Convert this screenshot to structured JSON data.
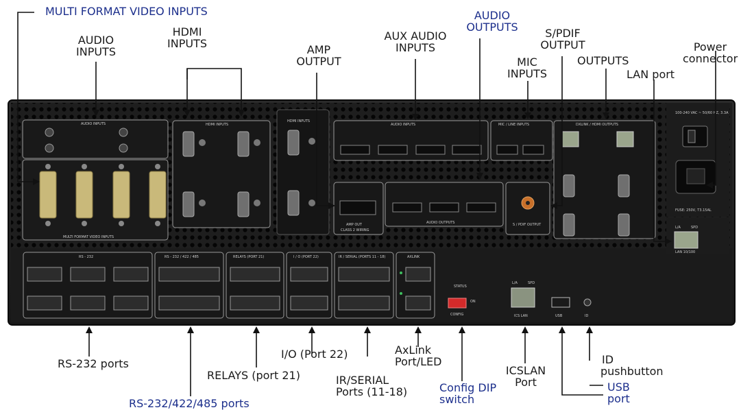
{
  "top_labels": {
    "multi_format_video_inputs": "MULTI FORMAT VIDEO INPUTS",
    "audio_inputs": [
      "AUDIO",
      "INPUTS"
    ],
    "hdmi_inputs": [
      "HDMI",
      "INPUTS"
    ],
    "amp_output": [
      "AMP",
      "OUTPUT"
    ],
    "aux_audio_inputs": [
      "AUX AUDIO",
      "INPUTS"
    ],
    "audio_outputs": [
      "AUDIO",
      "OUTPUTS"
    ],
    "spdif_output": [
      "S/PDIF",
      "OUTPUT"
    ],
    "mic_inputs": [
      "MIC",
      "INPUTS"
    ],
    "outputs": "OUTPUTS",
    "power_connector": [
      "Power",
      "connector"
    ],
    "lan_port": "LAN port"
  },
  "bottom_labels": {
    "rs232_ports": "RS-232 ports",
    "rs232_422_485_ports": "RS-232/422/485 ports",
    "relays": "RELAYS (port 21)",
    "io": "I/O (Port 22)",
    "ir_serial": [
      "IR/SERIAL",
      "Ports (11-18)"
    ],
    "axlink": [
      "AxLink",
      "Port/LED"
    ],
    "config_dip": [
      "Config DIP",
      "switch"
    ],
    "icslan": [
      "ICSLAN",
      "Port"
    ],
    "usb": [
      "USB",
      "port"
    ],
    "id": [
      "ID",
      "pushbutton"
    ]
  },
  "panel_text": {
    "audio_inputs": "AUDIO INPUTS",
    "hdmi_inputs": "HDMI INPUTS",
    "hdmi_inputs_2": "HDMI INPUTS",
    "aux_audio_inputs": "AUDIO INPUTS",
    "mic_line_inputs": "MIC / LINE INPUTS",
    "dxlink_outputs": "DXLINK / HDMI OUTPUTS",
    "multi_format_video_inputs": "MULTI FORMAT VIDEO INPUTS",
    "amp_out": "AMP OUT",
    "class2_wiring": "CLASS 2 WIRING",
    "audio_outputs": "AUDIO OUTPUTS",
    "spdif_output": "S / PDIF OUTPUT",
    "power_rating": "100-240 VAC ~ 50/60 HZ, 3.3A",
    "fuse": "FUSE: 250V, T3.15AL",
    "lan_100": "LAN 10/100",
    "la": "L/A",
    "spd": "SPD",
    "rs232": "RS - 232",
    "rs232_422_485": "RS - 232 / 422 / 485",
    "relays": "RELAYS (PORT 21)",
    "io": "I / O (PORT 22)",
    "ir_serial": "IR / SERIAL (PORTS 11 - 18)",
    "axlink": "AXLINK",
    "status": "STATUS",
    "config": "CONFIG",
    "ics_lan": "ICS LAN",
    "usb": "USB",
    "id": "ID",
    "on": "ON"
  },
  "colors": {
    "panel": "#1d1d1d",
    "panel_dark": "#141414",
    "dvi_gold": "#c9b97a",
    "hdmi_metal": "#6f6f6f",
    "terminal_green": "#2a2a2a",
    "rca_orange": "#c8702a",
    "dip_red": "#d42a2a",
    "blue_label": "#1c2f8c"
  }
}
